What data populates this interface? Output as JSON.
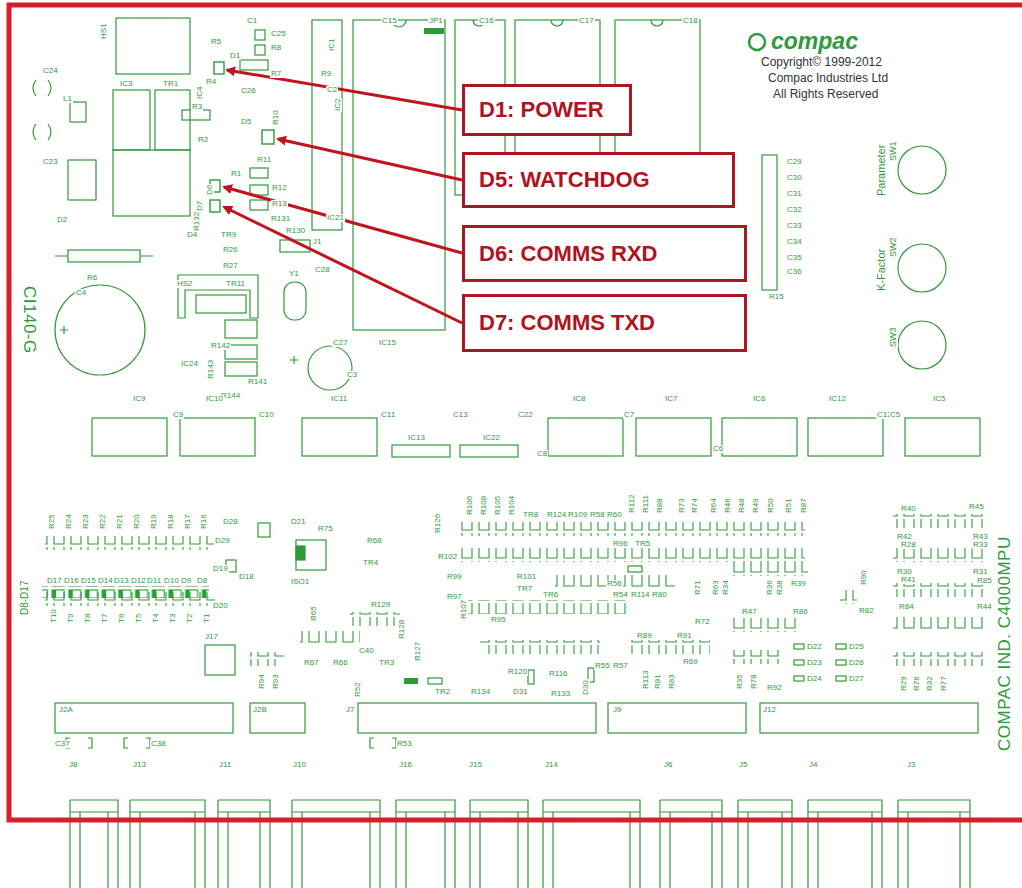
{
  "diagram": {
    "nodes": [
      {
        "text": [
          "D1: POWER"
        ]
      },
      {
        "text": [
          "D5: WATCHDOG"
        ]
      },
      {
        "text": [
          "D6: COMMS RXD"
        ]
      },
      {
        "text": [
          "D7: COMMS TXD"
        ]
      }
    ],
    "labels": [
      "HS1",
      "C1",
      "C15",
      "JP1",
      "C16",
      "C17",
      "C18",
      "R5",
      "C25",
      "R8",
      "IC1",
      "D1",
      "R7",
      "R9",
      "R4",
      "C26",
      "C2",
      "IC2",
      "R3",
      "IC4",
      "R10",
      "D5",
      "R2",
      "R11",
      "C24",
      "IC3",
      "TR1",
      "L1",
      "C23",
      "R1",
      "R12",
      "D7",
      "D6",
      "R13",
      "R132",
      "R131",
      "IC21",
      "R130",
      "D2",
      "D4",
      "TR9",
      "J1",
      "R26",
      "R27",
      "Y1",
      "C28",
      "R6",
      "C4",
      "HS2",
      "TR11",
      "C27",
      "IC15",
      "R142",
      "IC24",
      "R143",
      "R141",
      "R144",
      "C3",
      "CI140-G",
      "C29",
      "C30",
      "C31",
      "C32",
      "C33",
      "C34",
      "C35",
      "C36",
      "R15",
      "Parameter",
      "SW1",
      "K-Factor",
      "SW2",
      "SW3",
      "IC9",
      "C9",
      "IC10",
      "C10",
      "IC11",
      "C11",
      "IC13",
      "C13",
      "IC22",
      "C22",
      "C8",
      "IC8",
      "C7",
      "IC7",
      "C6",
      "IC6",
      "IC12",
      "C12",
      "C5",
      "IC5",
      "R25",
      "R24",
      "R23",
      "R22",
      "R21",
      "R20",
      "R19",
      "R18",
      "R17",
      "R16",
      "D28",
      "D21",
      "R75",
      "R68",
      "D29",
      "D8-D17",
      "D17",
      "D16",
      "D15",
      "D14",
      "D13",
      "D12",
      "D11",
      "D10",
      "D9",
      "D8",
      "D19",
      "D18",
      "D20",
      "ISO1",
      "TR4",
      "T10",
      "T9",
      "T8",
      "T7",
      "T6",
      "T5",
      "T4",
      "T3",
      "T2",
      "T1",
      "R65",
      "R129",
      "R128",
      "J17",
      "R94",
      "R93",
      "R67",
      "R66",
      "C40",
      "TR3",
      "R127",
      "R52",
      "TR2",
      "R134",
      "D31",
      "R133",
      "D30",
      "R116",
      "R55",
      "R57",
      "R120",
      "R126",
      "R106",
      "R108",
      "R105",
      "R104",
      "TR8",
      "R124",
      "R109",
      "R58",
      "R60",
      "R112",
      "R111",
      "R88",
      "R73",
      "R74",
      "R64",
      "R46",
      "R48",
      "R49",
      "R50",
      "R51",
      "R87",
      "R102",
      "R99",
      "R97",
      "R96",
      "TR5",
      "R56",
      "R54",
      "R114",
      "R80",
      "R101",
      "TR7",
      "TR6",
      "R107",
      "R95",
      "R72",
      "R91",
      "R89",
      "R69",
      "R113",
      "R81",
      "R83",
      "R71",
      "R63",
      "R34",
      "R36",
      "R38",
      "R39",
      "R86",
      "R47",
      "R90",
      "R82",
      "R40",
      "R45",
      "R42",
      "R43",
      "R28",
      "R33",
      "R30",
      "R31",
      "R41",
      "R85",
      "R84",
      "R44",
      "D22",
      "D23",
      "D24",
      "D25",
      "D26",
      "D27",
      "R35",
      "R78",
      "R92",
      "R29",
      "R76",
      "R32",
      "R77",
      "J2A",
      "J2B",
      "J7",
      "J9",
      "J12",
      "C37",
      "C38",
      "R53",
      "J8",
      "J13",
      "J11",
      "J10",
      "J16",
      "J15",
      "J14",
      "J6",
      "J5",
      "J4",
      "J3",
      "COMPAC IND. C4000MPU",
      "compac",
      "Copyright© 1999-2012",
      "Compac Industries Ltd",
      "All Rights Reserved"
    ]
  }
}
